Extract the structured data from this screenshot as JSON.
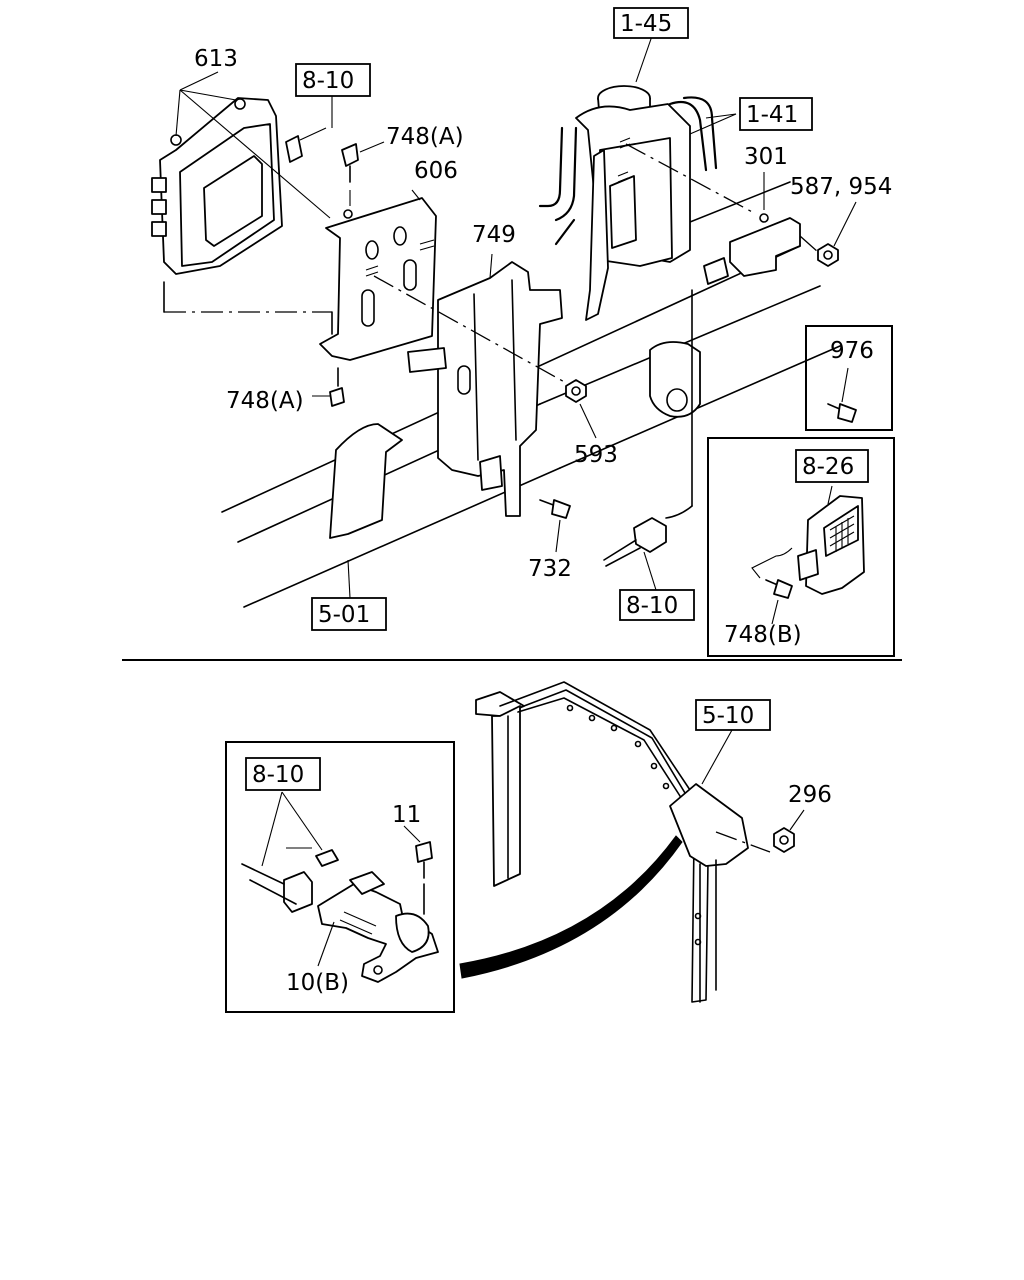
{
  "top": {
    "labels": {
      "ecu": "613",
      "ecu_connector_ref": "8-10",
      "bolt_a_upper": "748(A)",
      "bracket": "606",
      "bracket_749": "749",
      "bolt_a_lower": "748(A)",
      "nut_593": "593",
      "bolt_732": "732",
      "frame_ref": "5-01",
      "harness_ref": "8-10",
      "tank_ref": "1-45",
      "hose_ref": "1-41",
      "part_301": "301",
      "nuts_587_954": "587, 954",
      "inset_976_label": "976",
      "relay_ref": "8-26",
      "bolt_b": "748(B)"
    }
  },
  "bottom": {
    "labels": {
      "connector_ref": "8-10",
      "bolt_11": "11",
      "sensor_10b": "10(B)",
      "crossmember_ref": "5-10",
      "nut_296": "296"
    }
  }
}
